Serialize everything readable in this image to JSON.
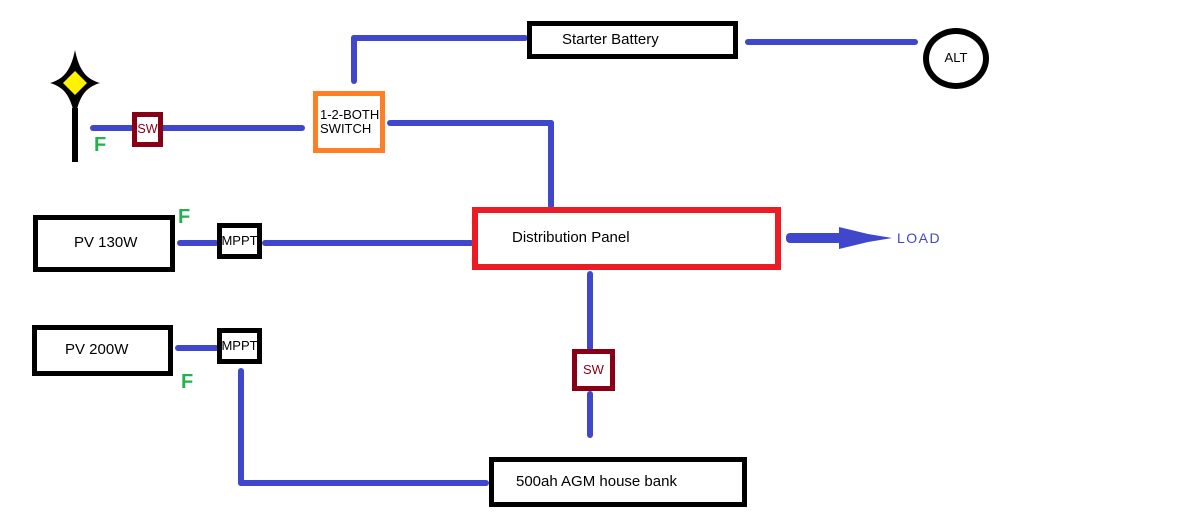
{
  "nodes": {
    "wind_generator": {
      "icon": "wind-generator-star"
    },
    "wind_switch": {
      "label": "SW"
    },
    "selector_switch": {
      "line1": "1-2-BOTH",
      "line2": "SWITCH"
    },
    "starter_battery": {
      "label": "Starter Battery"
    },
    "alternator": {
      "label": "ALT"
    },
    "distribution_panel": {
      "label": "Distribution Panel"
    },
    "pv_array_130": {
      "label": "PV 130W"
    },
    "mppt_1": {
      "label": "MPPT"
    },
    "pv_array_200": {
      "label": "PV 200W"
    },
    "mppt_2": {
      "label": "MPPT"
    },
    "house_switch": {
      "label": "SW"
    },
    "house_bank": {
      "label": "500ah AGM house bank"
    },
    "load": {
      "label": "LOAD"
    }
  },
  "fuse_labels": [
    "F",
    "F",
    "F"
  ],
  "colors": {
    "wire": "#3f48cc",
    "distribution_panel_border": "#ed1c24",
    "selector_switch_border": "#ff7f27",
    "sw_box_border": "#880015",
    "fuse_text": "#22b14c",
    "star_center": "#fff200",
    "generic_box_border": "#000000",
    "load_text": "#3f48cc"
  }
}
